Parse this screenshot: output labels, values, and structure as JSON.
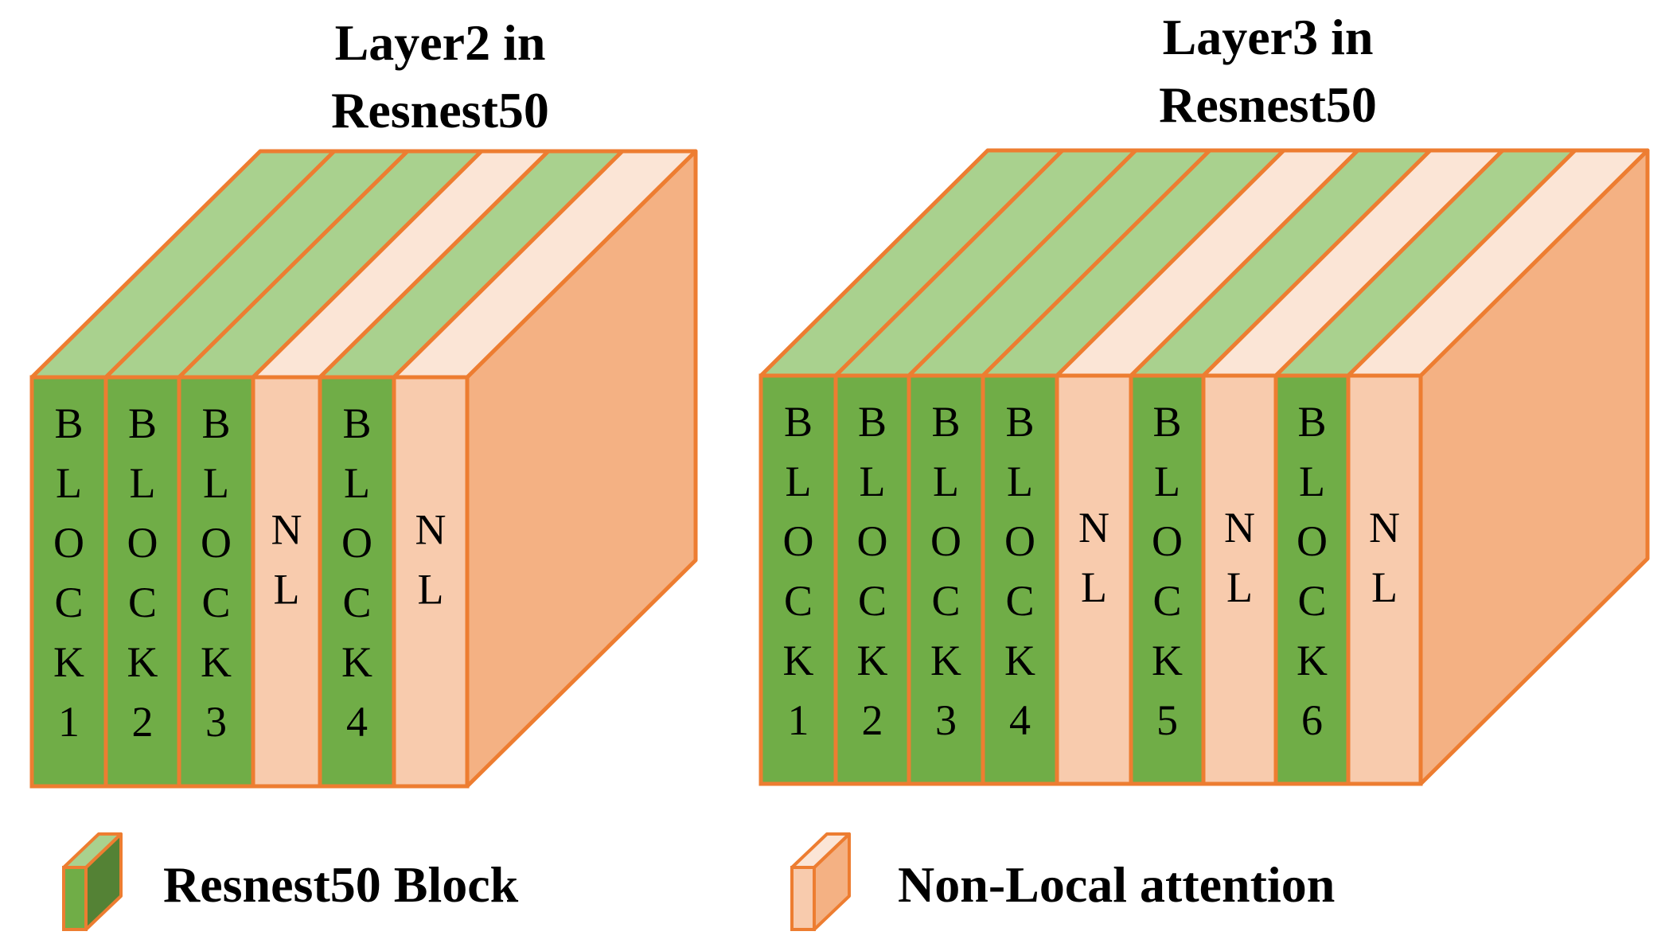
{
  "colors": {
    "block_front": "#70AD47",
    "block_top": "#A9D18E",
    "block_side": "#548235",
    "nl_front": "#F8CBAD",
    "nl_top": "#FBE5D6",
    "nl_side": "#F4B183",
    "outline": "#ED7D31"
  },
  "diagrams": [
    {
      "title_line1": "Layer2 in",
      "title_line2": "Resnest50",
      "slabs": [
        {
          "kind": "block",
          "letters": [
            "B",
            "L",
            "O",
            "C",
            "K",
            "1"
          ]
        },
        {
          "kind": "block",
          "letters": [
            "B",
            "L",
            "O",
            "C",
            "K",
            "2"
          ]
        },
        {
          "kind": "block",
          "letters": [
            "B",
            "L",
            "O",
            "C",
            "K",
            "3"
          ]
        },
        {
          "kind": "nl",
          "letters": [
            "N",
            "L"
          ]
        },
        {
          "kind": "block",
          "letters": [
            "B",
            "L",
            "O",
            "C",
            "K",
            "4"
          ]
        },
        {
          "kind": "nl",
          "letters": [
            "N",
            "L"
          ]
        }
      ]
    },
    {
      "title_line1": "Layer3 in",
      "title_line2": "Resnest50",
      "slabs": [
        {
          "kind": "block",
          "letters": [
            "B",
            "L",
            "O",
            "C",
            "K",
            "1"
          ]
        },
        {
          "kind": "block",
          "letters": [
            "B",
            "L",
            "O",
            "C",
            "K",
            "2"
          ]
        },
        {
          "kind": "block",
          "letters": [
            "B",
            "L",
            "O",
            "C",
            "K",
            "3"
          ]
        },
        {
          "kind": "block",
          "letters": [
            "B",
            "L",
            "O",
            "C",
            "K",
            "4"
          ]
        },
        {
          "kind": "nl",
          "letters": [
            "N",
            "L"
          ]
        },
        {
          "kind": "block",
          "letters": [
            "B",
            "L",
            "O",
            "C",
            "K",
            "5"
          ]
        },
        {
          "kind": "nl",
          "letters": [
            "N",
            "L"
          ]
        },
        {
          "kind": "block",
          "letters": [
            "B",
            "L",
            "O",
            "C",
            "K",
            "6"
          ]
        },
        {
          "kind": "nl",
          "letters": [
            "N",
            "L"
          ]
        }
      ]
    }
  ],
  "legend": {
    "block_label": "Resnest50 Block",
    "nl_label": "Non-Local attention"
  }
}
